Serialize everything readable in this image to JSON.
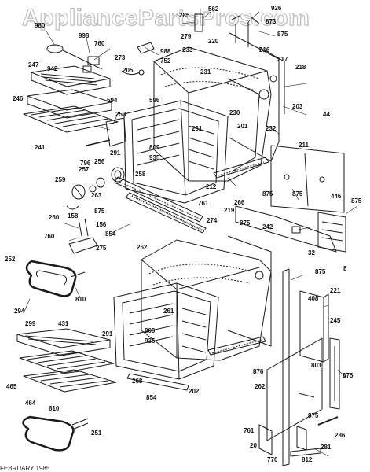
{
  "watermark": "AppliancePartsPros.com",
  "footer": "FEBRUARY 1985",
  "part_labels": [
    "562",
    "926",
    "285",
    "980",
    "279",
    "998",
    "760",
    "988",
    "873",
    "875",
    "942",
    "247",
    "273",
    "752",
    "220",
    "233",
    "216",
    "217",
    "218",
    "205",
    "231",
    "594",
    "596",
    "203",
    "44",
    "246",
    "253",
    "261",
    "230",
    "201",
    "232",
    "241",
    "291",
    "809",
    "935",
    "211",
    "796",
    "257",
    "256",
    "258",
    "212",
    "266",
    "875",
    "875",
    "446",
    "875",
    "259",
    "263",
    "761",
    "219",
    "875",
    "242",
    "260",
    "875",
    "158",
    "156",
    "274",
    "32",
    "760",
    "854",
    "275",
    "262",
    "8",
    "252",
    "875",
    "810",
    "221",
    "408",
    "294",
    "261",
    "291",
    "809",
    "935",
    "245",
    "299",
    "431",
    "801",
    "876",
    "465",
    "268",
    "262",
    "875",
    "464",
    "854",
    "202",
    "810",
    "875",
    "251",
    "286",
    "761",
    "20",
    "281",
    "770",
    "812"
  ]
}
